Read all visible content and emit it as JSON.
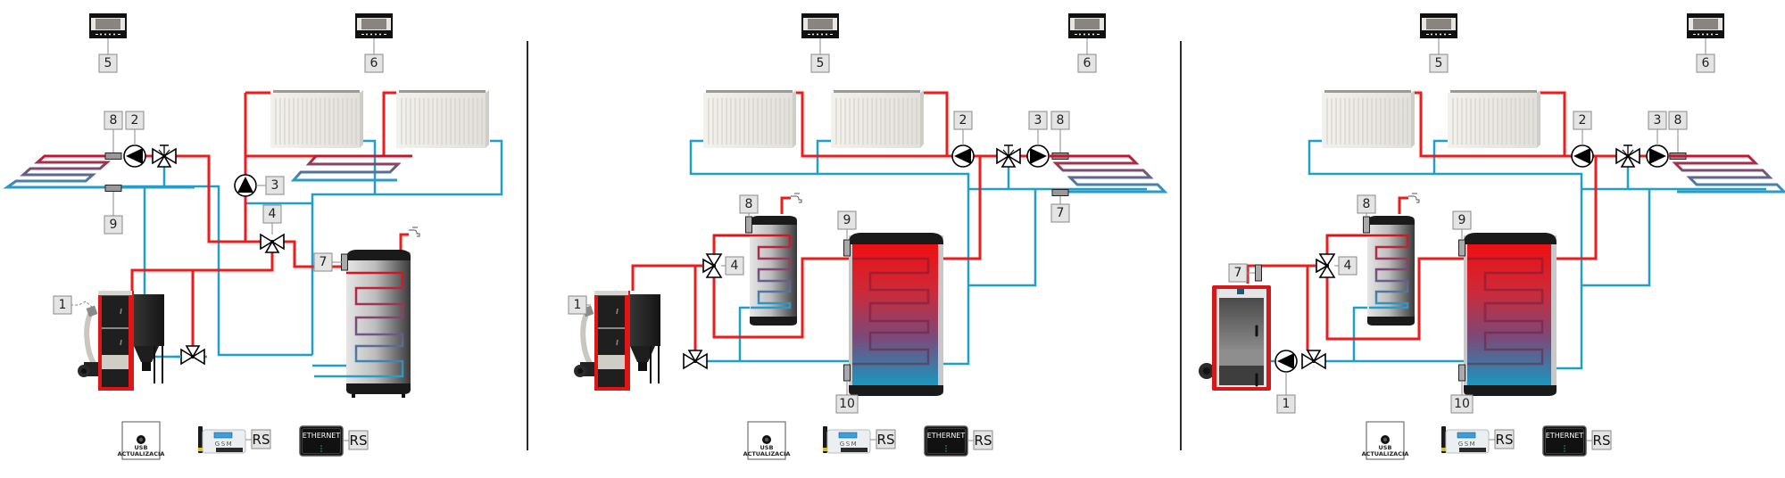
{
  "title": "Heating system connection schemes",
  "colors": {
    "hot_pipe": "#ee1c1c",
    "cold_pipe": "#1ea0c8",
    "boiler_red": "#e01515",
    "label_box": "#e4e4e4"
  },
  "panels": [
    {
      "name": "scheme-1",
      "labels": {
        "boiler": "1",
        "pump_floor": "2",
        "pump_radiators": "3",
        "valve_dhw": "4",
        "room_controller_a": "5",
        "room_controller_b": "6",
        "sensor_dhw": "7",
        "sensor_floor_supply": "8",
        "sensor_floor_return": "9"
      }
    },
    {
      "name": "scheme-2",
      "labels": {
        "boiler": "1",
        "pump_radiators": "2",
        "pump_floor": "3",
        "valve_dhw": "4",
        "room_controller_a": "5",
        "room_controller_b": "6",
        "sensor_floor_return": "7",
        "sensor_dhw": "8",
        "sensor_buffer_top": "9",
        "sensor_buffer_bottom": "10",
        "sensor_floor_supply": "8"
      }
    },
    {
      "name": "scheme-3",
      "labels": {
        "boiler_pump": "1",
        "pump_radiators": "2",
        "pump_floor": "3",
        "valve_dhw": "4",
        "room_controller_a": "5",
        "room_controller_b": "6",
        "sensor_boiler": "7",
        "sensor_dhw": "8",
        "sensor_buffer_top": "9",
        "sensor_buffer_bottom": "10",
        "sensor_floor_supply": "8"
      }
    }
  ],
  "modules": {
    "usb_line1": "USB",
    "usb_line2": "ACTUALIZACIA",
    "gsm_label": "GSM",
    "ethernet_label": "ETHERNET",
    "rs_label": "RS"
  }
}
